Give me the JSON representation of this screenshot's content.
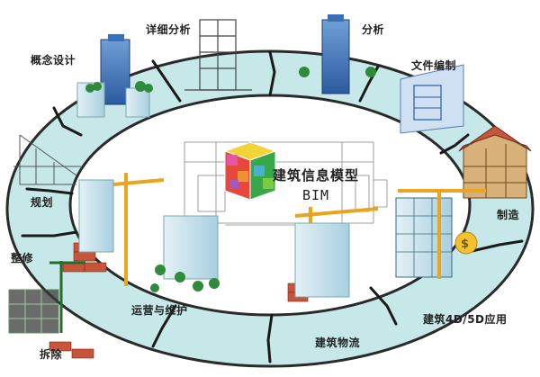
{
  "center": {
    "title": "建筑信息模型",
    "subtitle": "BIM"
  },
  "stages": {
    "concept_design": "概念设计",
    "detailed_analysis": "详细分析",
    "analysis": "分析",
    "documentation": "文件编制",
    "manufacturing": "制造",
    "construction_4d5d": "建筑4D/5D应用",
    "construction_logistics": "建筑物流",
    "operation_maintenance": "运营与维护",
    "renovation": "整修",
    "demolition": "拆除",
    "planning": "规划"
  },
  "colors": {
    "ring_fill": "#c6e8e8",
    "ring_edge": "#2a2a2a",
    "building_glass": "#3b6fb5",
    "building_pale": "#c9e3ee",
    "crane": "#e8a51d",
    "brick": "#c8553a",
    "tree": "#2f8a3a"
  }
}
